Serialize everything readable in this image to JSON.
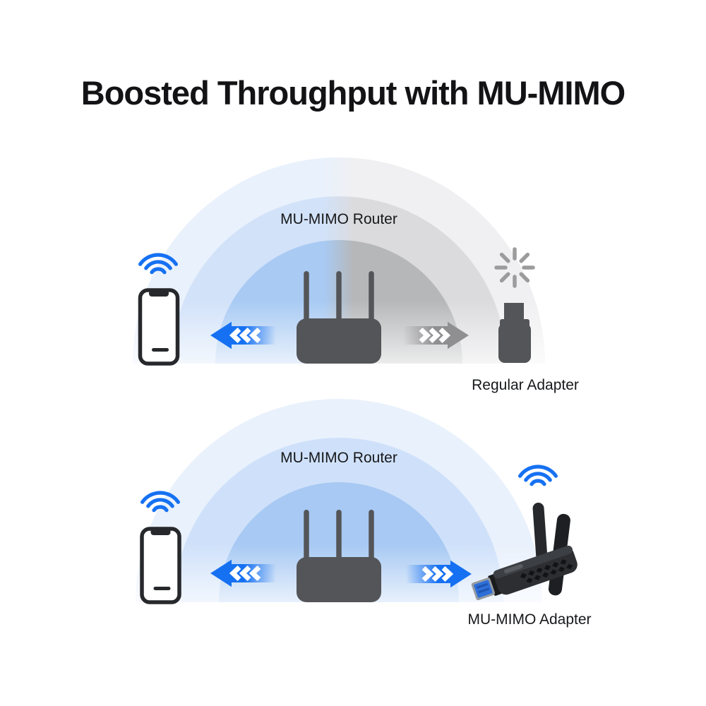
{
  "title": "Boosted Throughput with MU-MIMO",
  "colors": {
    "accent_blue": "#1671F2",
    "arrow_gray": "#8F8F91",
    "silhouette_dark": "#545559",
    "spinner_gray": "#9C9C9C",
    "phone_outline": "#26282B",
    "text_dark": "#17181A",
    "ring_blue_inner": "#A8CAF3",
    "ring_blue_middle": "#D2E2F9",
    "ring_blue_outer": "#E9F1FC",
    "ring_gray_inner": "#B6B7B9",
    "ring_gray_middle": "#DBDBDE",
    "ring_gray_outer": "#F0F0F2",
    "usb_blue": "#2E6FD8"
  },
  "scenarios": [
    {
      "router_label": "MU-MIMO Router",
      "device_label": "Regular Adapter",
      "left_icon": "wifi-icon",
      "right_icon": "loading-spinner-icon"
    },
    {
      "router_label": "MU-MIMO Router",
      "device_label": "MU-MIMO Adapter",
      "left_icon": "wifi-icon",
      "right_icon": "wifi-icon"
    }
  ]
}
